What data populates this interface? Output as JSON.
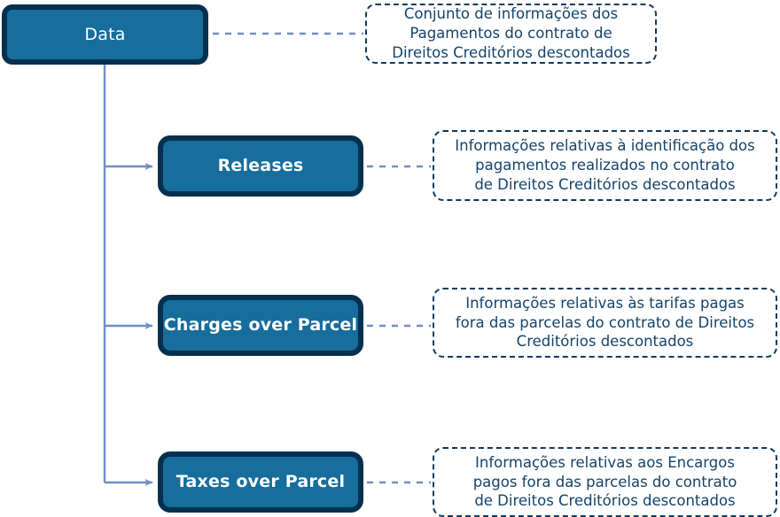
{
  "diagram": {
    "type": "tree-with-callouts",
    "background_color": "#ffffff",
    "node_fill_color": "#176d9c",
    "node_border_color": "#06304f",
    "node_label_color": "#ffffff",
    "connector_color": "#6f8fc4",
    "annotation_border_color": "#0d3b5e",
    "annotation_text_color": "#14436b",
    "root": {
      "label": "Data",
      "annotation": "Conjunto de informações dos\nPagamentos do contrato de\nDireitos Creditórios descontados"
    },
    "children": [
      {
        "label": "Releases",
        "annotation": "Informações relativas à identificação dos\npagamentos realizados no contrato\nde Direitos Creditórios descontados"
      },
      {
        "label": "Charges over Parcel",
        "annotation": "Informações relativas às tarifas pagas\nfora das parcelas do contrato de Direitos\nCreditórios descontados"
      },
      {
        "label": "Taxes over Parcel",
        "annotation": "Informações relativas aos Encargos\npagos fora das parcelas do contrato\nde Direitos Creditórios descontados"
      }
    ]
  }
}
